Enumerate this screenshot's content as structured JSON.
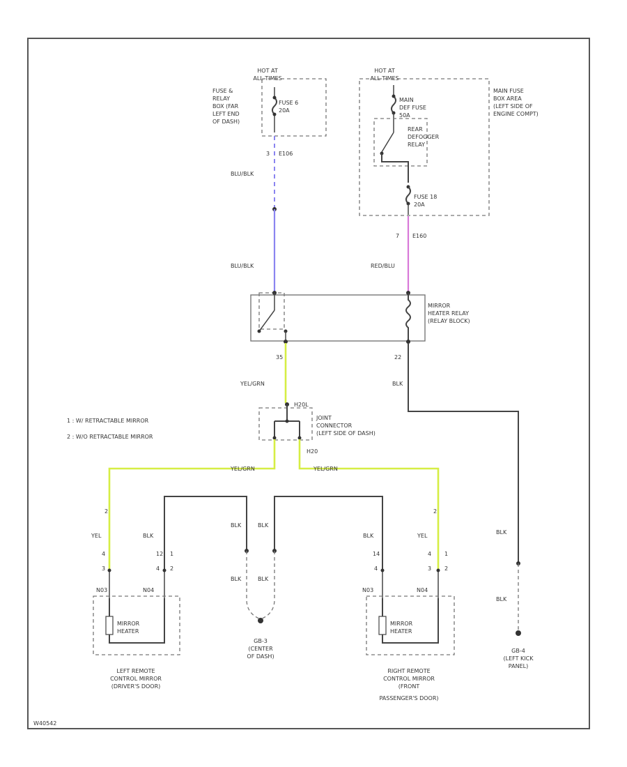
{
  "diagram": {
    "colors": {
      "blu_blk": "#8a84f0",
      "red_blu": "#d878d8",
      "yel_grn": "#d6ee44",
      "yel": "#eeee44",
      "blk": "#444444"
    },
    "hot_labels": [
      "HOT AT",
      "ALL TIMES",
      "HOT AT",
      "ALL TIMES"
    ],
    "fuse_box_left": [
      "FUSE &",
      "RELAY",
      "BOX (FAR",
      "LEFT END",
      "OF DASH)"
    ],
    "fuse_left": [
      "FUSE 6",
      "20A"
    ],
    "main_fuse": [
      "MAIN",
      "DEF FUSE",
      "50A"
    ],
    "defogger_relay": [
      "REAR",
      "DEFOGGER",
      "RELAY"
    ],
    "fuse_right": [
      "FUSE 18",
      "20A"
    ],
    "main_fuse_box": [
      "MAIN FUSE",
      "BOX AREA",
      "(LEFT SIDE OF",
      "ENGINE COMPT)"
    ],
    "connector_e106": "E106",
    "connector_e160": "E160",
    "pin_3": "3",
    "pin_7": "7",
    "wire_blu_blk": "BLU/BLK",
    "wire_red_blu": "RED/BLU",
    "relay_label": [
      "MIRROR",
      "HEATER RELAY",
      "(RELAY BLOCK)"
    ],
    "pin_5": "35",
    "pin_2": "22",
    "wire_yel_grn": "YEL/GRN",
    "wire_blk": "BLK",
    "wire_yel": "YEL",
    "connector_h20l": "H20L",
    "connector_h20": "H20",
    "joint_connector": [
      "JOINT",
      "CONNECTOR",
      "(LEFT SIDE OF DASH)"
    ],
    "notes": [
      "1 : W/ RETRACTABLE MIRROR",
      "2 : W/O RETRACTABLE MIRROR"
    ],
    "pins_left": [
      "4",
      "3",
      "12",
      "4",
      "1",
      "2"
    ],
    "pins_right": [
      "14",
      "4",
      "4",
      "3",
      "1",
      "2"
    ],
    "n03": "N03",
    "n04": "N04",
    "heater_label": [
      "MIRROR",
      "HEATER"
    ],
    "left_mirror": [
      "LEFT REMOTE",
      "CONTROL MIRROR",
      "(DRIVER'S DOOR)"
    ],
    "right_mirror": [
      "RIGHT REMOTE",
      "CONTROL MIRROR",
      "(FRONT",
      "PASSENGER'S DOOR)"
    ],
    "g_center": [
      "GB-3",
      "(CENTER",
      "OF DASH)"
    ],
    "g_left": [
      "GB-4",
      "(LEFT KICK",
      "PANEL)"
    ],
    "diagram_id": "W40542"
  }
}
